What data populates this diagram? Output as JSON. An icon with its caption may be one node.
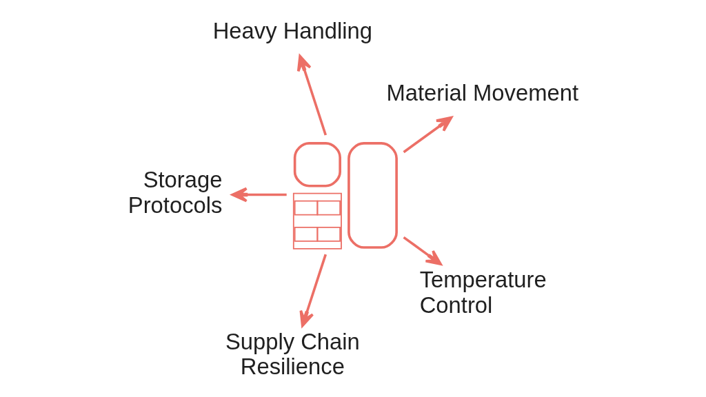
{
  "diagram": {
    "nodes": [
      {
        "text": [
          "Heavy Handling"
        ]
      },
      {
        "text": [
          "Material Movement"
        ]
      },
      {
        "text": [],
        "shape": "picture"
      },
      {
        "text": [
          "Storage Protocols"
        ]
      },
      {
        "text": [
          "Temperature Control"
        ]
      },
      {
        "text": [
          "Supply Chain Resilience"
        ]
      }
    ],
    "edges": [
      {
        "from": 2,
        "to": 0,
        "arrow": "to"
      },
      {
        "from": 2,
        "to": 1,
        "arrow": "to"
      },
      {
        "from": 2,
        "to": 4,
        "arrow": "to"
      },
      {
        "from": 2,
        "to": 5,
        "arrow": "to"
      },
      {
        "from": 2,
        "to": 3,
        "arrow": "to"
      }
    ]
  }
}
